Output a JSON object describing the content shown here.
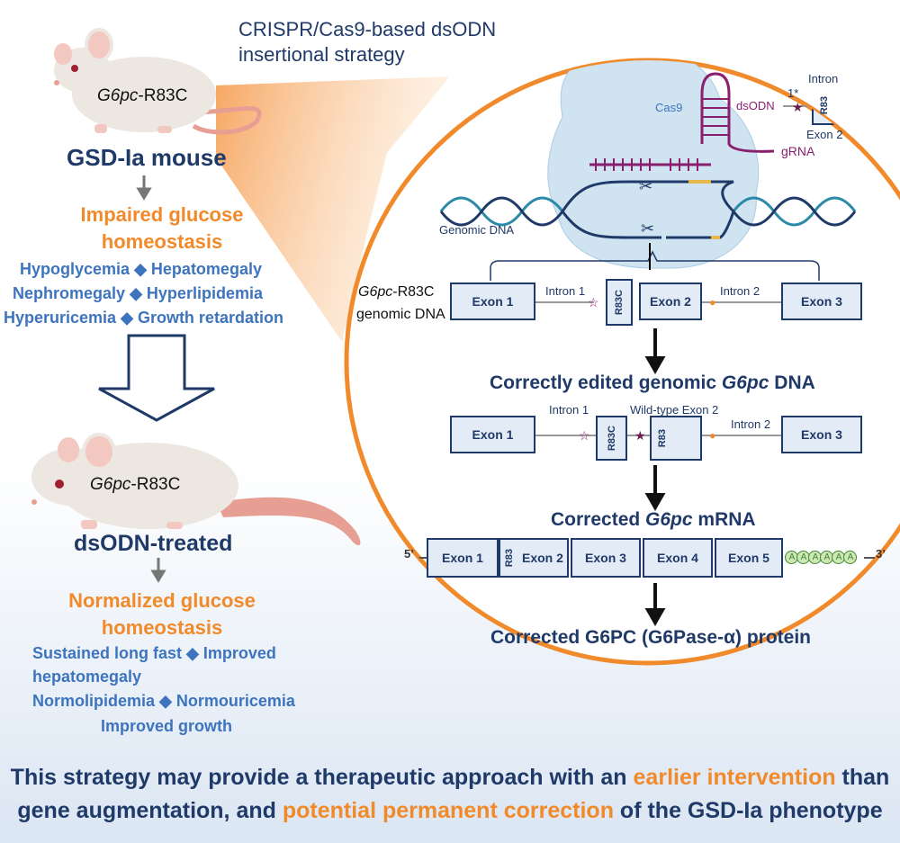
{
  "header": {
    "strategy_line1": "CRISPR/Cas9-based dsODN",
    "strategy_line2": "insertional strategy"
  },
  "mouse_top": {
    "genotype_italic": "G6pc",
    "genotype_suffix": "-R83C",
    "label": "GSD-Ia mouse"
  },
  "impaired": {
    "line1": "Impaired glucose",
    "line2": "homeostasis",
    "symptoms": [
      [
        "Hypoglycemia",
        "Hepatomegaly"
      ],
      [
        "Nephromegaly",
        "Hyperlipidemia"
      ],
      [
        "Hyperuricemia",
        "Growth retardation"
      ]
    ]
  },
  "mouse_bottom": {
    "genotype_italic": "G6pc",
    "genotype_suffix": "-R83C",
    "label": "dsODN-treated"
  },
  "normalized": {
    "line1": "Normalized glucose",
    "line2": "homeostasis",
    "benefit_1a": "Sustained long fast",
    "benefit_1b": "Improved",
    "benefit_1c": "hepatomegaly",
    "benefit_2a": "Normolipidemia",
    "benefit_2b": "Normouricemia",
    "benefit_3": "Improved growth"
  },
  "circle": {
    "cas9": "Cas9",
    "intron_top": "Intron",
    "intron_star": "1*",
    "dsodn": "dsODN",
    "r83": "R83",
    "exon2": "Exon 2",
    "grna": "gRNA",
    "genomic_dna": "Genomic DNA",
    "g6pc_label_italic": "G6pc",
    "g6pc_label_suffix": "-R83C",
    "g6pc_label_line2": "genomic DNA",
    "row1": {
      "exon1": "Exon 1",
      "intron1": "Intron 1",
      "r83c": "R83C",
      "exon2": "Exon 2",
      "intron2": "Intron 2",
      "exon3": "Exon 3"
    },
    "edited_title_pre": "Correctly edited genomic ",
    "edited_title_it": "G6pc",
    "edited_title_post": " DNA",
    "row2": {
      "intron1": "Intron 1",
      "wt_exon2": "Wild-type Exon 2",
      "intron2": "Intron 2",
      "exon1": "Exon 1",
      "r83c": "R83C",
      "r83": "R83",
      "exon3": "Exon 3"
    },
    "mrna_title_pre": "Corrected ",
    "mrna_title_it": "G6pc",
    "mrna_title_post": " mRNA",
    "mrna": {
      "five": "5’",
      "three": "3’",
      "exon1": "Exon 1",
      "r83": "R83",
      "exon2": "Exon 2",
      "exon3": "Exon 3",
      "exon4": "Exon 4",
      "exon5": "Exon 5",
      "polya": "A"
    },
    "protein": "Corrected G6PC (G6Pase-α) protein"
  },
  "conclusion": {
    "l1a": "This strategy may provide a therapeutic approach with an ",
    "l1b": "earlier intervention",
    "l1c": " than",
    "l2a": "gene augmentation, and ",
    "l2b": "potential permanent correction",
    "l2c": " of the GSD-Ia phenotype"
  },
  "colors": {
    "orange": "#f08a2a",
    "navy": "#1f3a68",
    "blue": "#3e74be",
    "purple": "#8a1f6f",
    "teal": "#2a8aa8"
  }
}
